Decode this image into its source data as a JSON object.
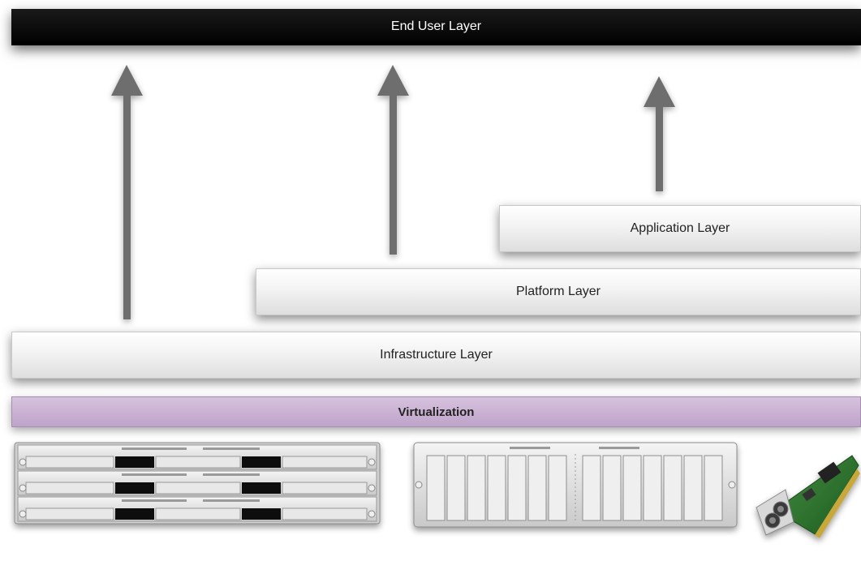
{
  "layers": {
    "end_user": "End User Layer",
    "application": "Application Layer",
    "platform": "Platform Layer",
    "infrastructure": "Infrastructure Layer",
    "virtualization": "Virtualization"
  },
  "colors": {
    "end_user_bg": "#000000",
    "virtualization_bg": "#c9b0d3",
    "arrow": "#6e6e6e"
  },
  "hardware": {
    "items": [
      "rack-server-icon",
      "storage-array-icon",
      "network-card-icon"
    ]
  }
}
